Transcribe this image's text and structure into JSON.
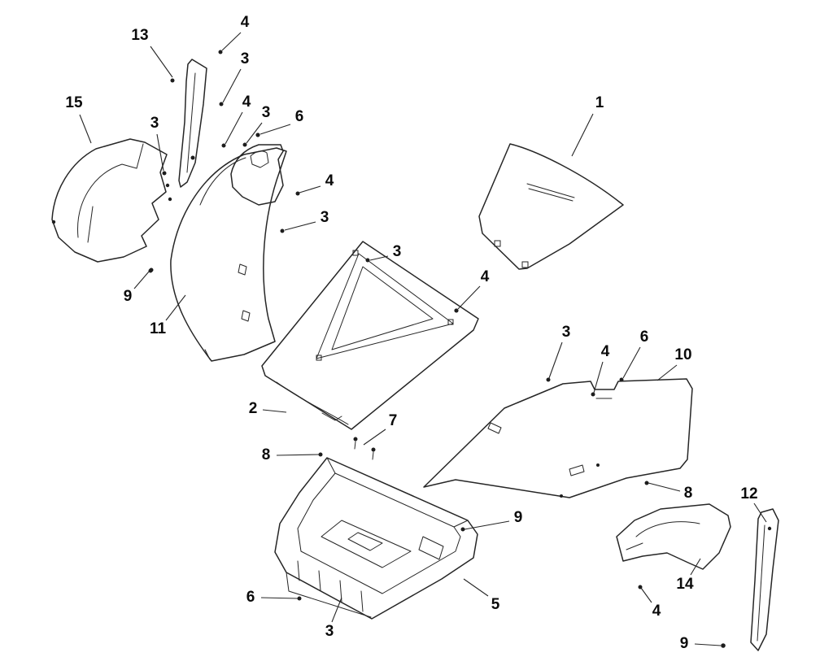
{
  "diagram": {
    "type": "exploded-parts-diagram",
    "background": "#ffffff",
    "line_color": "#262626",
    "label_color": "#0b0b0b",
    "callouts": [
      {
        "label": "13"
      },
      {
        "label": "4"
      },
      {
        "label": "3"
      },
      {
        "label": "4"
      },
      {
        "label": "3"
      },
      {
        "label": "6"
      },
      {
        "label": "15"
      },
      {
        "label": "3"
      },
      {
        "label": "1"
      },
      {
        "label": "4"
      },
      {
        "label": "3"
      },
      {
        "label": "3"
      },
      {
        "label": "4"
      },
      {
        "label": "9"
      },
      {
        "label": "11"
      },
      {
        "label": "3"
      },
      {
        "label": "4"
      },
      {
        "label": "6"
      },
      {
        "label": "10"
      },
      {
        "label": "2"
      },
      {
        "label": "7"
      },
      {
        "label": "8"
      },
      {
        "label": "9"
      },
      {
        "label": "8"
      },
      {
        "label": "12"
      },
      {
        "label": "6"
      },
      {
        "label": "3"
      },
      {
        "label": "5"
      },
      {
        "label": "14"
      },
      {
        "label": "4"
      },
      {
        "label": "9"
      }
    ]
  }
}
